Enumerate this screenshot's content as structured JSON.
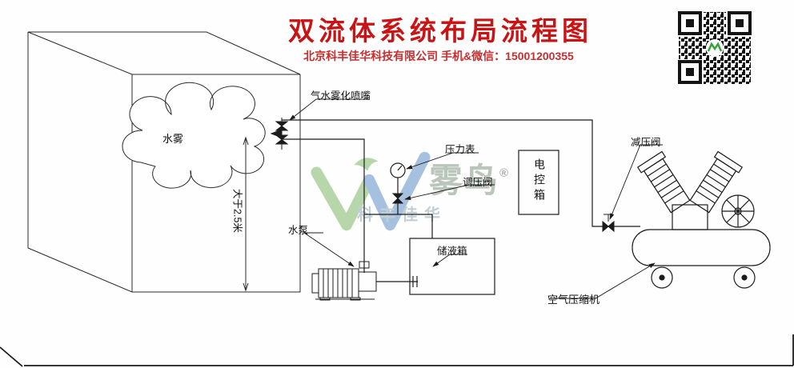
{
  "header": {
    "title": "双流体系统布局流程图",
    "subtitle": "北京科丰佳华科技有限公司 手机&微信：15001200355"
  },
  "watermark": {
    "brand": "雾鸟",
    "registered": "®",
    "company": "科丰佳华"
  },
  "diagram": {
    "labels": {
      "mist": "水雾",
      "height": "大于2.5米",
      "nozzle": "气水雾化喷嘴",
      "pressure_gauge": "压力表",
      "regulator_valve": "调压阀",
      "control_box": "电控箱",
      "storage_tank": "储液箱",
      "water_pump": "水泵",
      "relief_valve": "减压阀",
      "air_compressor": "空气压缩机"
    }
  },
  "colors": {
    "title_red": "#c81414",
    "line_black": "#1c1c1c",
    "watermark_green": "#58a23b",
    "watermark_blue": "#2f6eb5"
  }
}
